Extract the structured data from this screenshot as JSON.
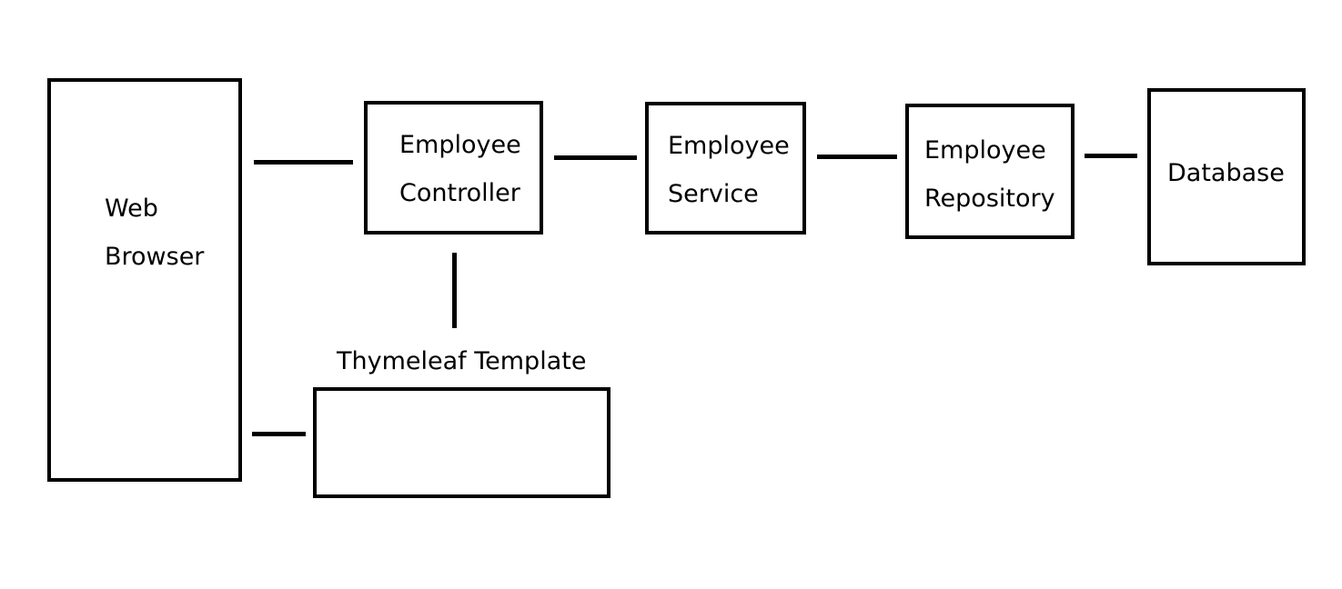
{
  "diagram": {
    "nodes": {
      "web_browser": {
        "line1": "Web",
        "line2": "Browser"
      },
      "employee_controller": {
        "line1": "Employee",
        "line2": "Controller"
      },
      "employee_service": {
        "line1": "Employee",
        "line2": "Service"
      },
      "employee_repository": {
        "line1": "Employee",
        "line2": "Repository"
      },
      "database": {
        "label": "Database"
      },
      "thymeleaf_template": {
        "label": "Thymeleaf Template"
      }
    },
    "colors": {
      "stroke": "#000000",
      "background": "#ffffff"
    }
  }
}
